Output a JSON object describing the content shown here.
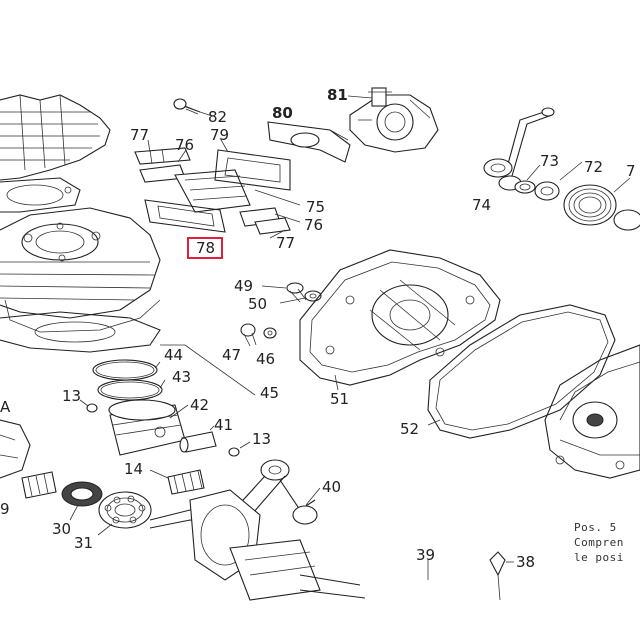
{
  "highlight_color": "#e0203a",
  "parts": {
    "p82": "82",
    "p81": "81",
    "p80": "80",
    "p77a": "77",
    "p76a": "76",
    "p79": "79",
    "p75": "75",
    "p76b": "76",
    "p77b": "77",
    "p78": "78",
    "p73": "73",
    "p72": "72",
    "p74": "74",
    "p71": "7",
    "p49": "49",
    "p50": "50",
    "p47": "47",
    "p46": "46",
    "p51": "51",
    "p52": "52",
    "p44": "44",
    "p43": "43",
    "p45": "45",
    "p42": "42",
    "p13a": "13",
    "p41": "41",
    "p13b": "13",
    "p14": "14",
    "p40": "40",
    "p9": "9",
    "p30": "30",
    "p31": "31",
    "p39": "39",
    "p38": "38",
    "pA": "A"
  },
  "note_lines": [
    "Pos. 5",
    "Compren",
    "le posi"
  ]
}
